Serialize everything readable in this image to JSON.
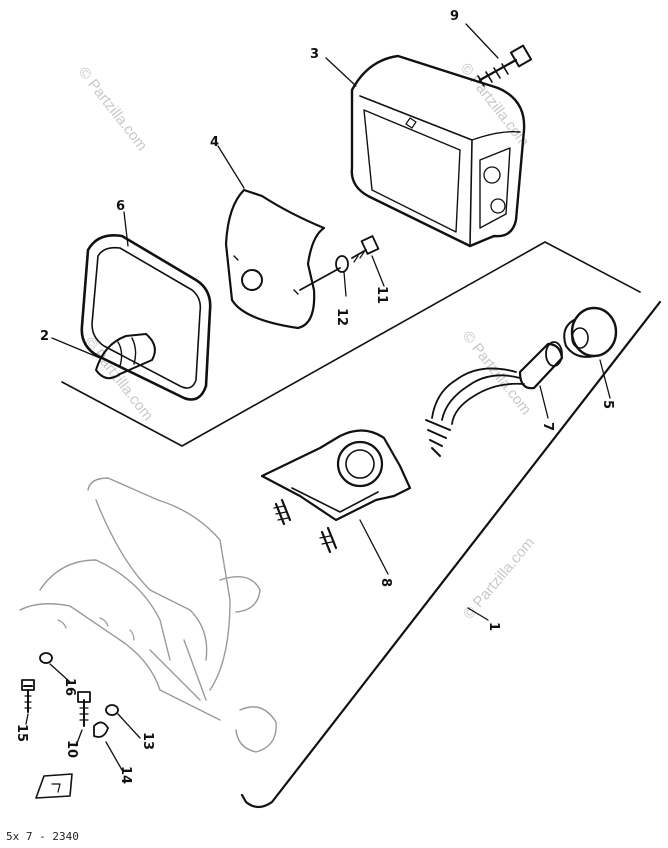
{
  "diagram": {
    "part_numbers": [
      "1",
      "2",
      "3",
      "4",
      "5",
      "6",
      "7",
      "8",
      "9",
      "10",
      "11",
      "12",
      "13",
      "14",
      "15",
      "16"
    ],
    "drawing_code": "5x 7 - 2340",
    "watermarks": [
      "© Partzilla.com",
      "© Partzilla.com",
      "© Partzilla.com",
      "© Partzilla.com",
      "© Partzilla.com"
    ]
  }
}
